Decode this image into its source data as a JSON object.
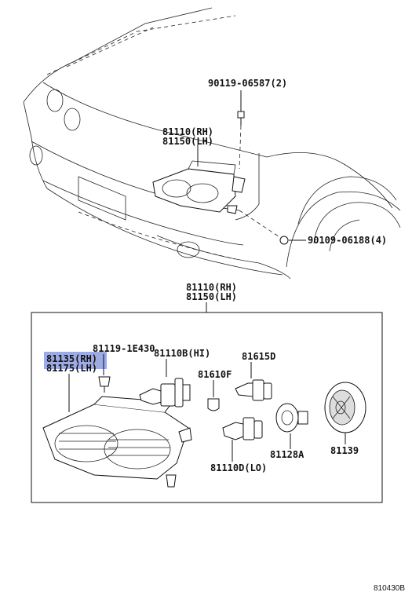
{
  "labels": {
    "bolt_top": "90119-06587(2)",
    "assy_top_rh": "81110(RH)",
    "assy_top_lh": "81150(LH)",
    "bolt_side": "90109-06188(4)",
    "assy_box_rh": "81110(RH)",
    "assy_box_lh": "81150(LH)",
    "socket_code": "81119-1E430",
    "lamp_rh": "81135(RH)",
    "lamp_lh": "81175(LH)",
    "bulb_hi": "81110B(HI)",
    "cap_81615": "81615D",
    "cap_81610": "81610F",
    "bulb_lo": "81110D(LO)",
    "socket_81128": "81128A",
    "cover_81139": "81139"
  },
  "footer": {
    "code": "810430B"
  },
  "colors": {
    "highlight": "#7d8fd9",
    "line": "#111111"
  }
}
